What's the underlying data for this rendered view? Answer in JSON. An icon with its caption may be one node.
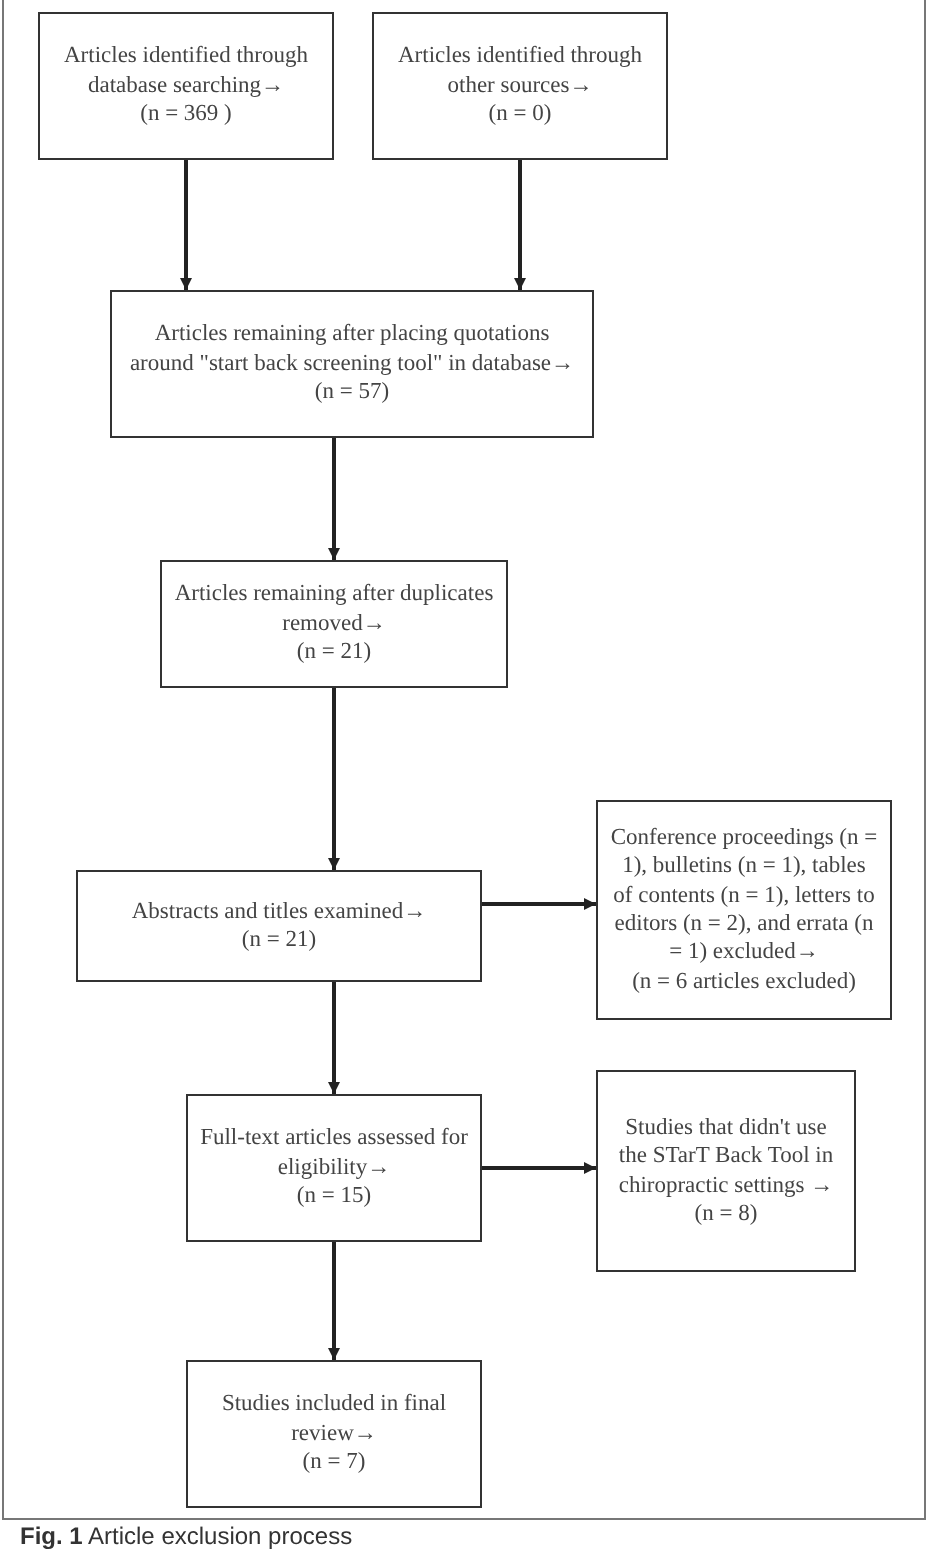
{
  "diagram": {
    "caption": "**Fig. 1** Article exclusion process",
    "nodes": [
      {
        "text": [
          "Articles identified through database searching→",
          "(n = 369 )"
        ]
      },
      {
        "text": [
          "Articles identified through other sources→",
          "(n = 0)"
        ]
      },
      {
        "text": [
          "Articles remaining after placing quotations around \"start back screening tool\" in database→",
          "(n = 57)"
        ]
      },
      {
        "text": [
          "Articles remaining after duplicates removed→",
          "(n = 21)"
        ]
      },
      {
        "text": [
          "Abstracts and titles examined→",
          "(n = 21)"
        ]
      },
      {
        "text": [
          "Conference proceedings (n = 1), bulletins (n = 1), tables of contents (n = 1), letters to editors (n = 2), and errata (n = 1) excluded→",
          "(n = 6 articles excluded)"
        ]
      },
      {
        "text": [
          "Full-text articles assessed for eligibility→",
          "(n = 15)"
        ]
      },
      {
        "text": [
          "Studies that didn't use the STarT Back Tool in chiropractic settings →",
          "(n = 8)"
        ]
      },
      {
        "text": [
          "Studies included in final review→",
          "(n = 7)"
        ]
      }
    ],
    "edges": [
      {
        "from": 0,
        "to": 2,
        "arrow": "to"
      },
      {
        "from": 1,
        "to": 2,
        "arrow": "to"
      },
      {
        "from": 2,
        "to": 3,
        "arrow": "to"
      },
      {
        "from": 3,
        "to": 4,
        "arrow": "to"
      },
      {
        "from": 4,
        "to": 5,
        "arrow": "to"
      },
      {
        "from": 4,
        "to": 6,
        "arrow": "to"
      },
      {
        "from": 6,
        "to": 7,
        "arrow": "to"
      },
      {
        "from": 6,
        "to": 8,
        "arrow": "to"
      }
    ]
  }
}
